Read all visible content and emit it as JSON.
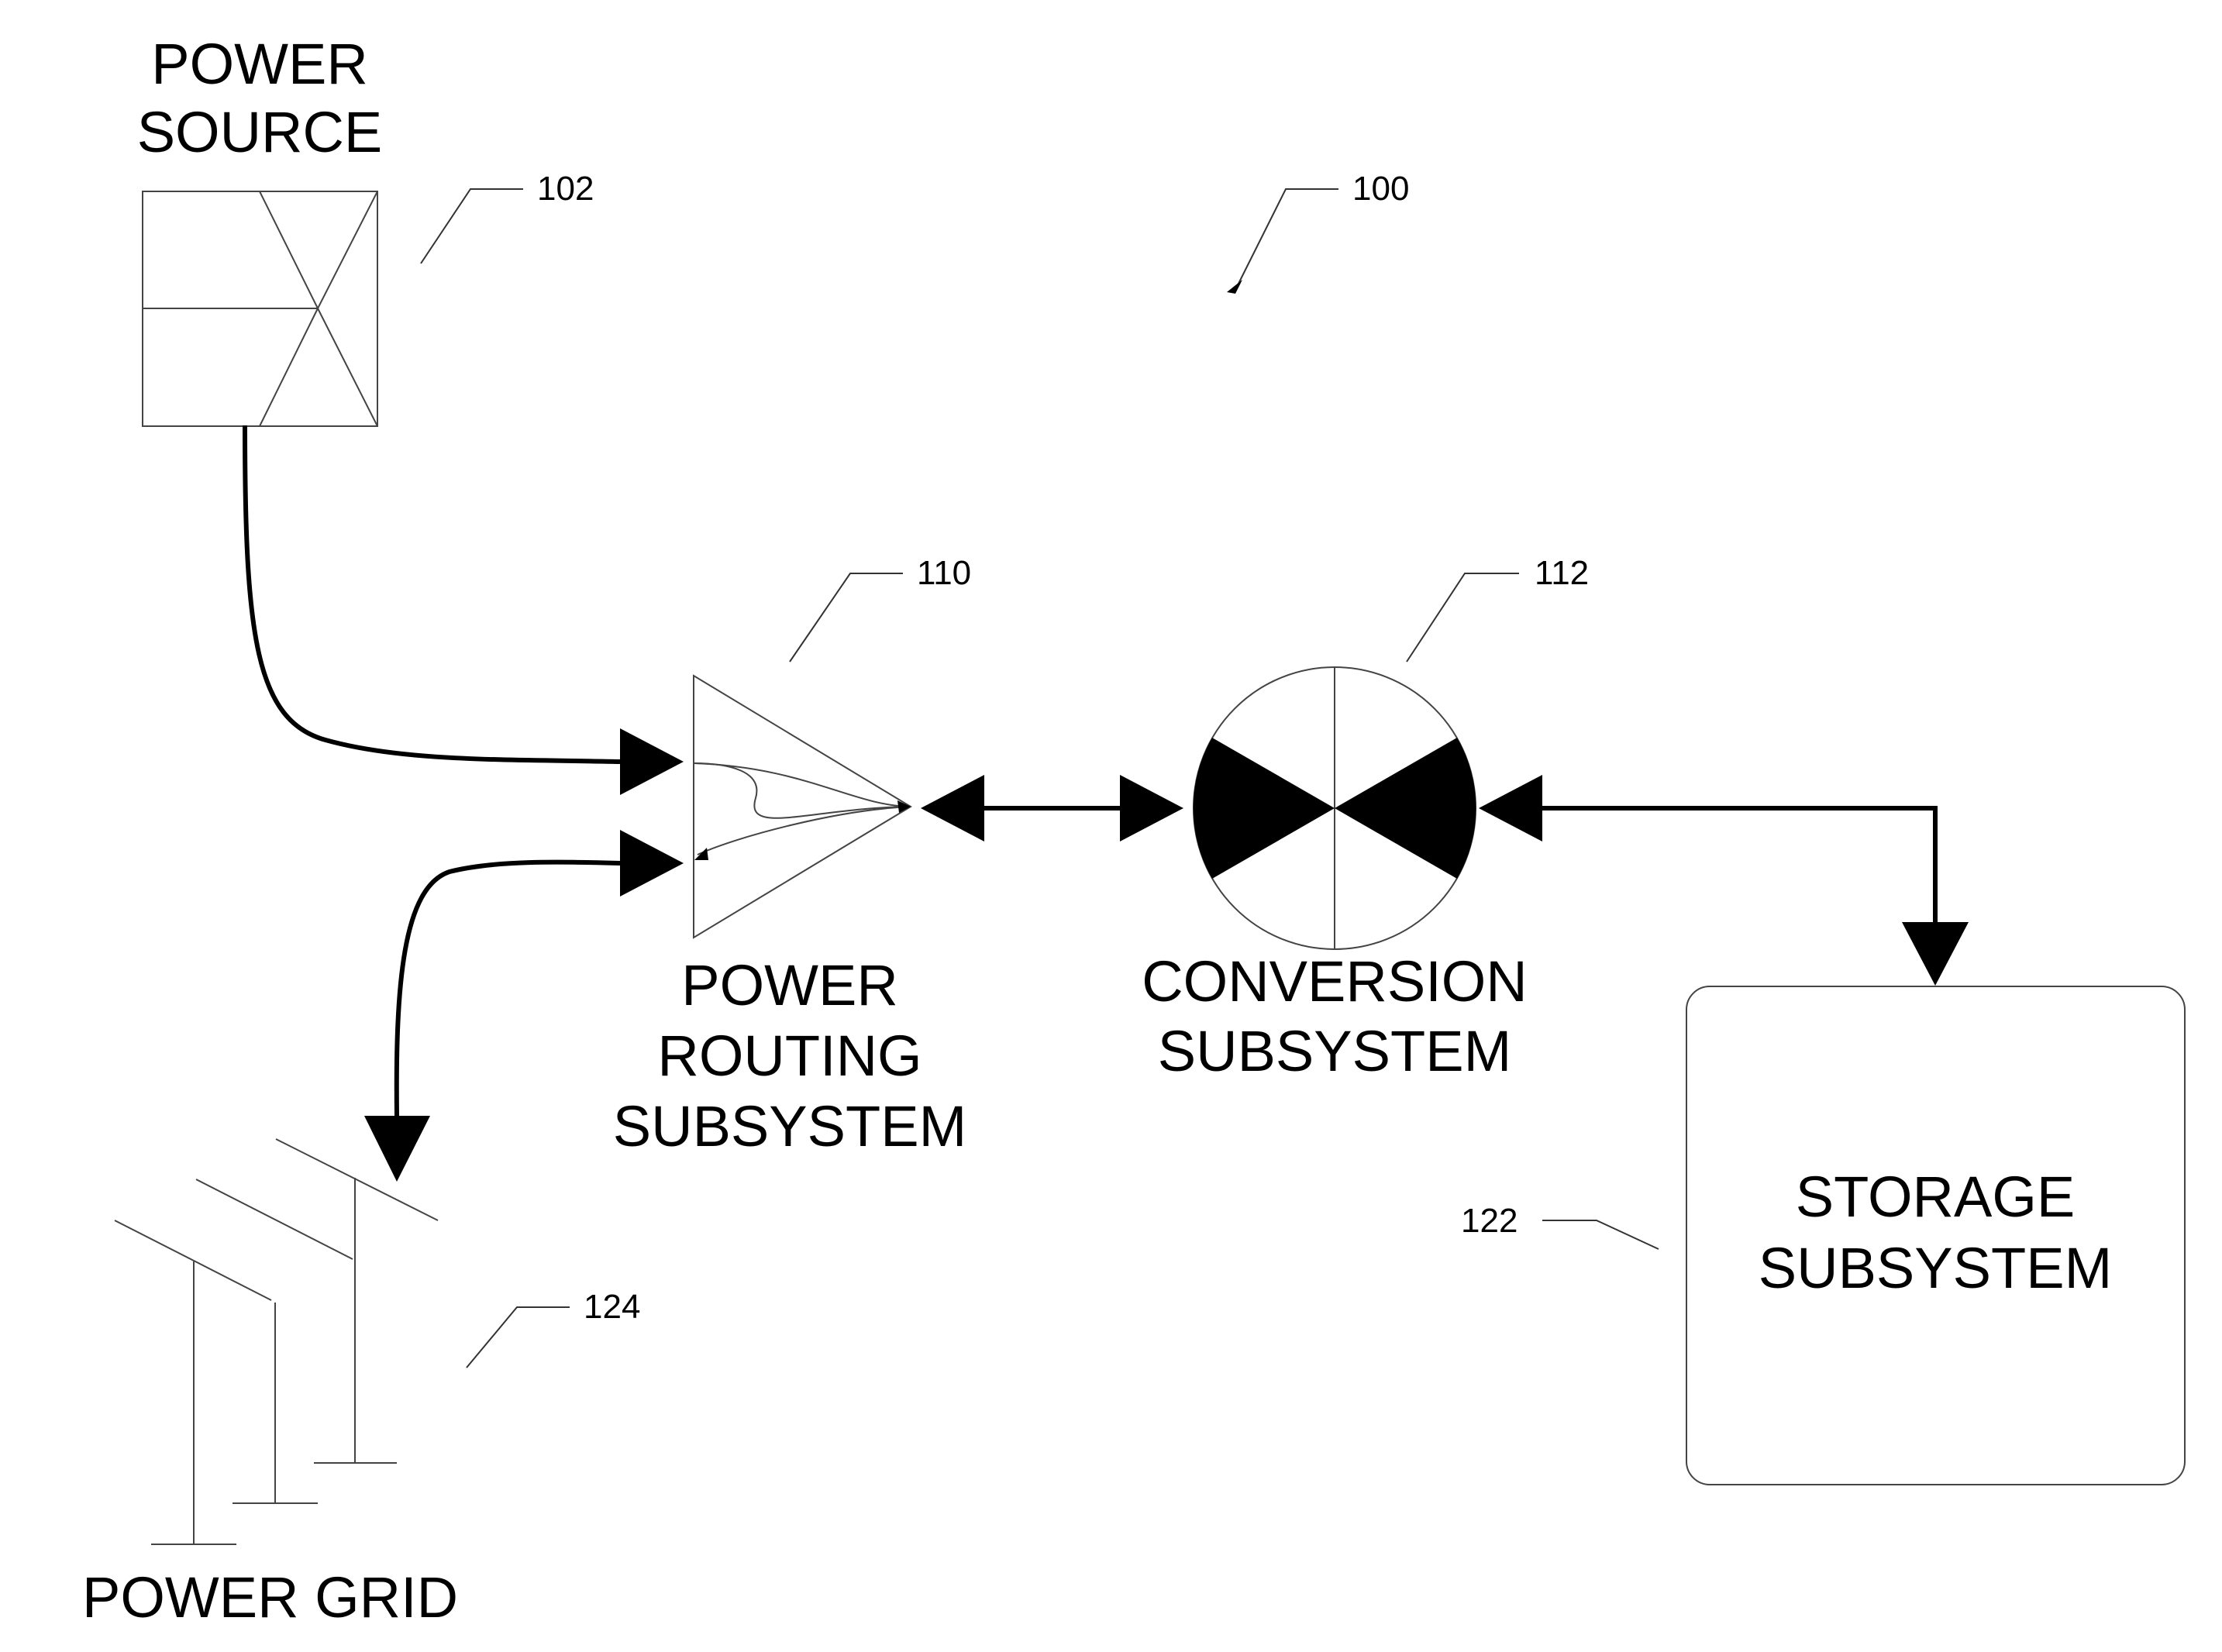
{
  "labels": {
    "power_source": [
      "POWER",
      "SOURCE"
    ],
    "power_routing": [
      "POWER",
      "ROUTING",
      "SUBSYSTEM"
    ],
    "conversion": [
      "CONVERSION",
      "SUBSYSTEM"
    ],
    "storage": [
      "STORAGE",
      "SUBSYSTEM"
    ],
    "power_grid": [
      "POWER GRID"
    ]
  },
  "refs": {
    "system": "100",
    "power_source": "102",
    "power_routing": "110",
    "conversion": "112",
    "storage": "122",
    "power_grid": "124"
  }
}
